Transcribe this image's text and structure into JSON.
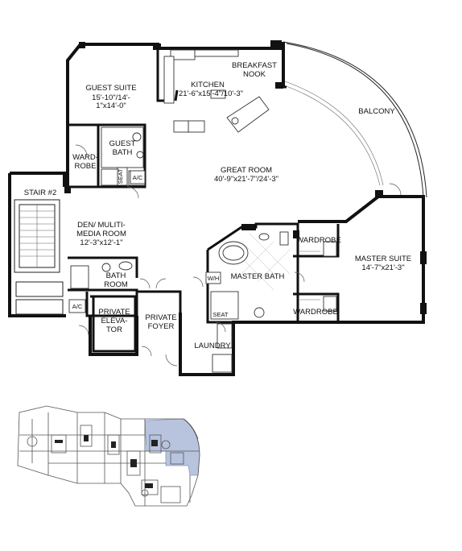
{
  "rooms": {
    "guest_suite": {
      "name": "GUEST SUITE",
      "dim1": "15'-10\"/14'-",
      "dim2": "1\"x14'-0\""
    },
    "kitchen": {
      "name": "KITCHEN",
      "dim": "21'-6\"x15'-4\"/10'-3\""
    },
    "breakfast_nook": {
      "line1": "BREAKFAST",
      "line2": "NOOK"
    },
    "balcony": {
      "name": "BALCONY"
    },
    "guest_bath": {
      "line1": "GUEST",
      "line2": "BATH"
    },
    "wardrobe_guest": {
      "line1": "WARD-",
      "line2": "ROBE"
    },
    "great_room": {
      "name": "GREAT ROOM",
      "dim": "40'-9\"x21'-7\"/24'-3\""
    },
    "stair": {
      "name": "STAIR #2"
    },
    "den": {
      "line1": "DEN/ MULITI-",
      "line2": "MEDIA ROOM",
      "dim": "12'-3\"x12'-1\""
    },
    "bath_room": {
      "line1": "BATH",
      "line2": "ROOM"
    },
    "master_bath": {
      "name": "MASTER BATH"
    },
    "master_suite": {
      "name": "MASTER SUITE",
      "dim": "14'-7\"x21'-3\""
    },
    "wardrobe_top": {
      "name": "WARDROBE"
    },
    "wardrobe_bottom": {
      "name": "WARDROBE"
    },
    "private_elevator": {
      "line1": "PRIVATE",
      "line2": "ELEVA-",
      "line3": "TOR"
    },
    "private_foyer": {
      "line1": "PRIVATE",
      "line2": "FOYER"
    },
    "laundry": {
      "name": "LAUNDRY"
    }
  },
  "tags": {
    "ac_guest": "A/C",
    "seat_guest": "SEAT",
    "wh": "W/H",
    "seat_master": "SEAT",
    "ac_den": "A/C"
  },
  "key_plan": {
    "highlight_color": "#b8c4de"
  }
}
